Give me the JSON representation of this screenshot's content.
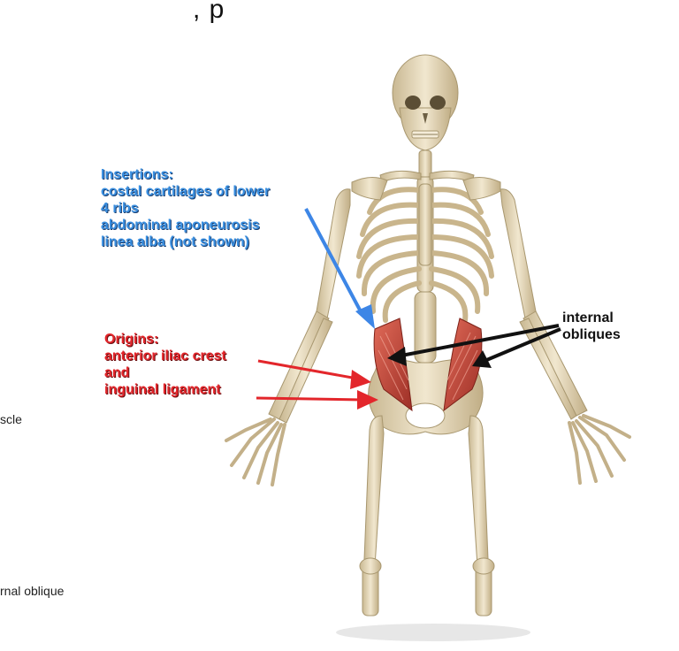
{
  "top_text": ", p",
  "side_labels": [
    "scle",
    "rnal oblique"
  ],
  "insertions": {
    "lines": [
      "Insertions:",
      "costal cartilages of lower",
      "4 ribs",
      "abdominal aponeurosis",
      "linea alba (not shown)"
    ],
    "color": "#3a8fe0"
  },
  "origins": {
    "lines": [
      "Origins:",
      "anterior iliac crest",
      "and",
      "inguinal ligament"
    ],
    "color": "#e3262b"
  },
  "internal_obliques": {
    "lines": [
      "internal",
      "obliques"
    ],
    "color": "#111111"
  },
  "colors": {
    "bone": "#e8dcc0",
    "bone_shadow": "#b9a982",
    "muscle": "#c44a3c"
  }
}
